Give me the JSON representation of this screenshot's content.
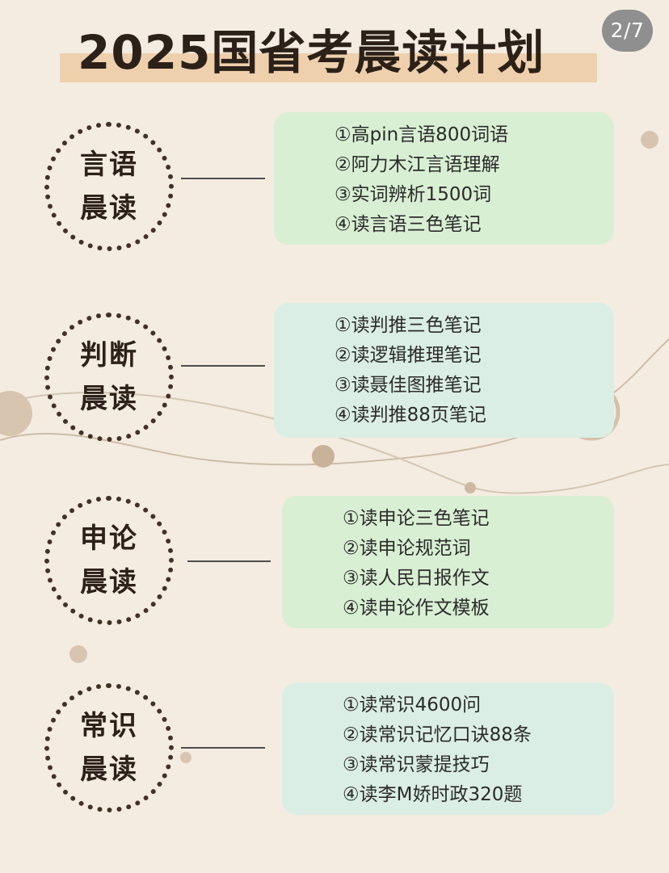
{
  "page_indicator": "2/7",
  "title": "2025国省考晨读计划",
  "sections": [
    {
      "label_line1": "言语",
      "label_line2": "晨读",
      "items": [
        "①高pin言语800词语",
        "②阿力木江言语理解",
        "③实词辨析1500词",
        "④读言语三色笔记"
      ]
    },
    {
      "label_line1": "判断",
      "label_line2": "晨读",
      "items": [
        "①读判推三色笔记",
        "②读逻辑推理笔记",
        "③读聂佳图推笔记",
        "④读判推88页笔记"
      ]
    },
    {
      "label_line1": "申论",
      "label_line2": "晨读",
      "items": [
        "①读申论三色笔记",
        "②读申论规范词",
        "③读人民日报作文",
        "④读申论作文模板"
      ]
    },
    {
      "label_line1": "常识",
      "label_line2": "晨读",
      "items": [
        "①读常识4600问",
        "②读常识记忆口诀88条",
        "③读常识蒙提技巧",
        "④读李M娇时政320题"
      ]
    }
  ],
  "colors": {
    "background": "#f4ece0",
    "card_green": "#d9efd4",
    "card_mint": "#dbeee6",
    "title_highlight": "#efd0ad",
    "decor_dot": "#c9b39b"
  }
}
